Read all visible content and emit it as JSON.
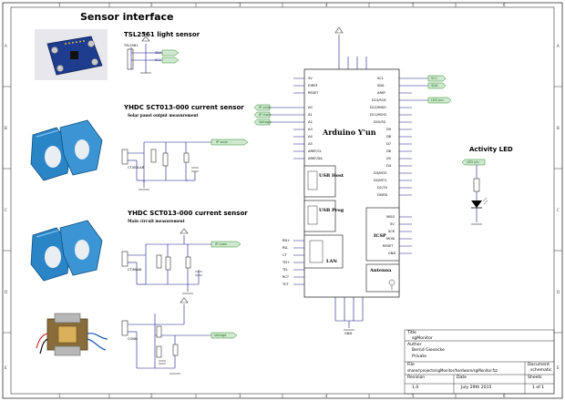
{
  "title": "Sensor interface",
  "sections": {
    "light": {
      "title": "TSL2561 light sensor",
      "labels": [
        "SDA",
        "SCL"
      ],
      "part": "TSL2561",
      "power": "5V"
    },
    "solar": {
      "title": "YHDC SCT013-000 current sensor",
      "subtitle": "Solar panel output measurement",
      "net": "IP solar",
      "jack": "CT/SOLAR"
    },
    "main": {
      "title": "YHDC SCT013-000 current sensor",
      "subtitle": "Main circuit measurement",
      "net": "IP main",
      "jack": "CT/MAIN"
    },
    "voltage": {
      "net": "Voltage",
      "jack": "CONN"
    },
    "activity": {
      "title": "Activity LED",
      "net": "LED pin"
    }
  },
  "arduino": {
    "title": "Arduino Y'un",
    "left_pins": [
      "5V",
      "IOREF",
      "RESET",
      "A0",
      "A1",
      "A2",
      "A3",
      "A4",
      "A5",
      "AREF/CL",
      "AREF/DA"
    ],
    "right_pins": [
      "SCL",
      "SDA",
      "AREF",
      "D13/SCK",
      "D12/MISO",
      "D11/MOSI",
      "D10/SS",
      "D9",
      "D8",
      "D7",
      "D6",
      "D5",
      "D4",
      "D3/INT0",
      "D2/INT1",
      "D1/TX",
      "D0/RX"
    ],
    "usb_host": "USB Host",
    "usb_prog": "USB Prog",
    "lan": "LAN",
    "lan_pins": [
      "RD+",
      "RD-",
      "CT",
      "TD+",
      "TD-",
      "RCT",
      "TCT"
    ],
    "icsp": "ICSP",
    "icsp_pins": [
      "MISO",
      "5V",
      "SCK",
      "MOSI",
      "RESET",
      "GND"
    ],
    "antenna": "Antenna",
    "gnd": "GND"
  },
  "title_block": {
    "title_label": "Title",
    "title_value": "sgMonitor",
    "author_label": "Author",
    "author_value": "Bernd Giesecke",
    "author_org": "Private",
    "file_label": "File",
    "file_value": "share/rprojects/sgMonitor/hardware/sgMonitor.fzz",
    "document_label": "Document",
    "document_value": "schematic",
    "revision_label": "Revision",
    "revision_value": "1.0",
    "date_label": "Date",
    "date_value": "July 29th 2015",
    "sheets_label": "Sheets",
    "sheets_value": "1 of 1"
  },
  "colors": {
    "wire": "#1a1a8a",
    "net": "#2e8b2e",
    "frame": "#333333"
  }
}
